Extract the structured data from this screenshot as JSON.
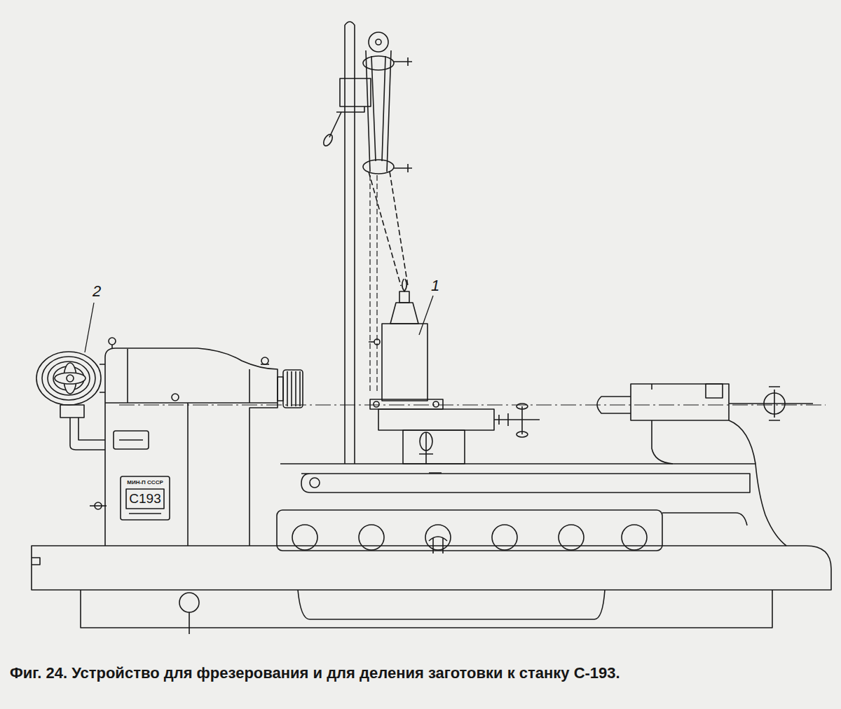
{
  "diagram": {
    "caption": "Фиг. 24. Устройство для фрезерования и для деления заготовки к станку С-193.",
    "labels": [
      "2",
      "1",
      "МИН-П СССР",
      "С193"
    ]
  }
}
